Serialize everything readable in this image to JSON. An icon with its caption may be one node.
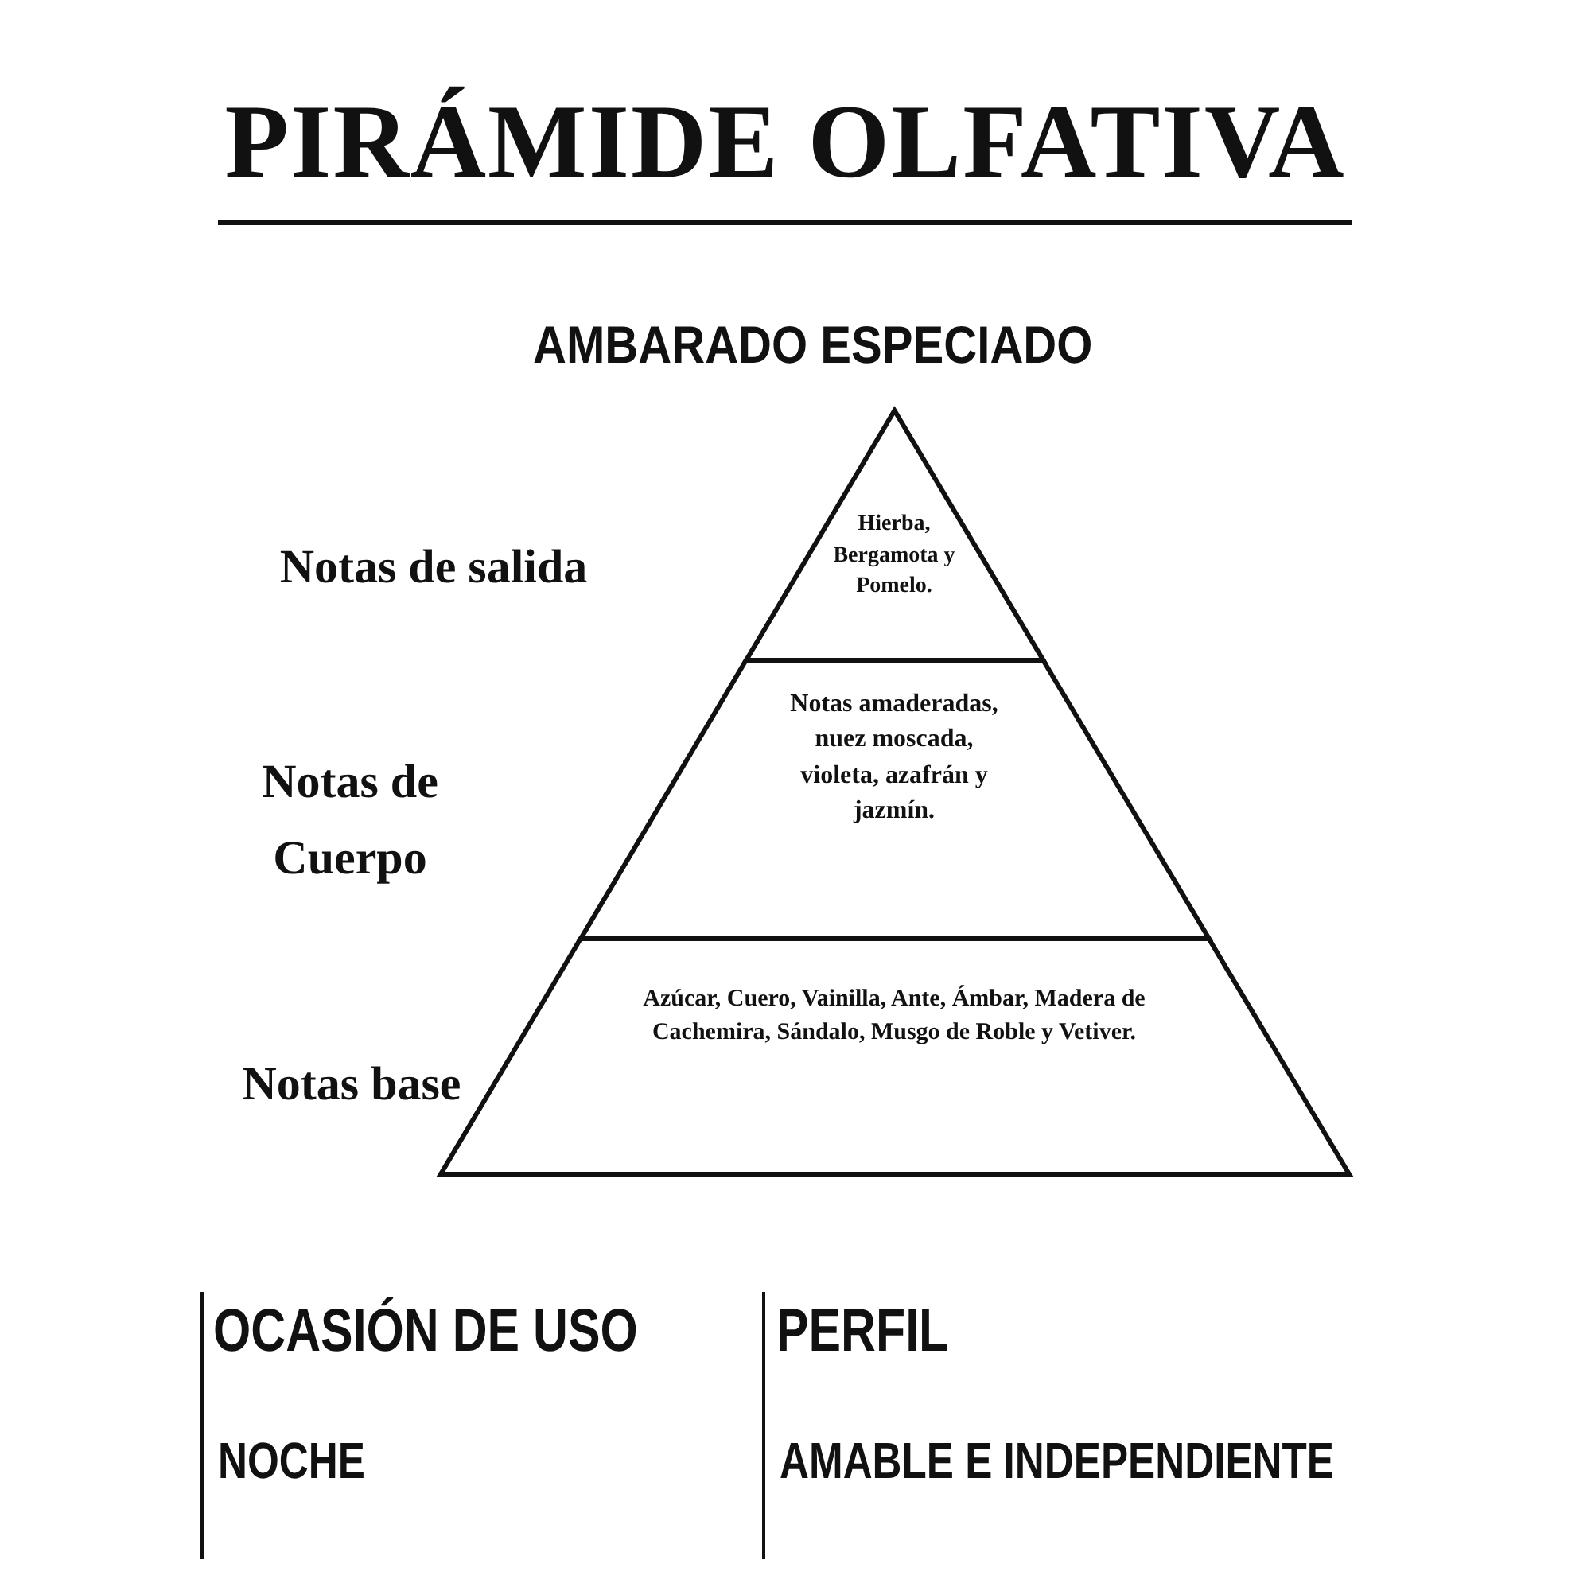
{
  "diagram": {
    "title": "PIRÁMIDE OLFATIVA",
    "nodes": [
      {
        "text": [
          "Hierba, Bergamota y Pomelo."
        ]
      },
      {
        "text": [
          "Notas amaderadas, nuez moscada, violeta, azafrán y jazmín."
        ]
      },
      {
        "text": [
          "Azúcar, Cuero, Vainilla, Ante, Ámbar, Madera de Cachemira, Sándalo, Musgo de Roble y Vetiver."
        ]
      }
    ],
    "labels": [
      "AMBARADO ESPECIADO",
      "Notas de salida",
      "Notas de Cuerpo",
      "Notas base",
      "OCASIÓN DE USO",
      "NOCHE",
      "PERFIL",
      "AMABLE E INDEPENDIENTE"
    ]
  }
}
